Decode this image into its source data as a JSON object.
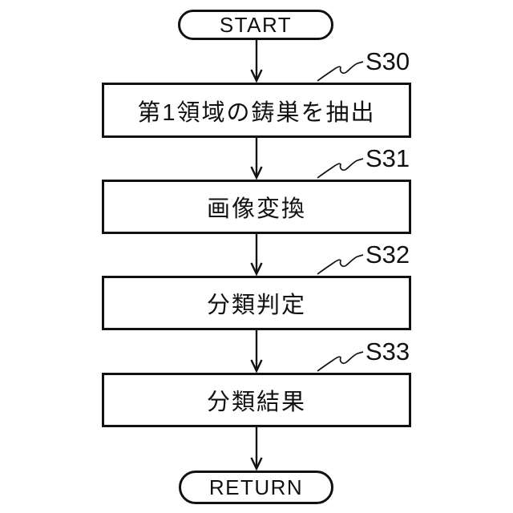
{
  "figure": {
    "type": "flowchart",
    "terminals": {
      "start": "START",
      "end": "RETURN"
    },
    "steps": [
      {
        "id": "S30",
        "label": "第1領域の鋳巣を抽出"
      },
      {
        "id": "S31",
        "label": "画像変換"
      },
      {
        "id": "S32",
        "label": "分類判定"
      },
      {
        "id": "S33",
        "label": "分類結果"
      }
    ],
    "flow_order": [
      "START",
      "S30",
      "S31",
      "S32",
      "S33",
      "RETURN"
    ],
    "colors": {
      "line": "#111111",
      "background": "#ffffff",
      "text": "#111111"
    }
  }
}
